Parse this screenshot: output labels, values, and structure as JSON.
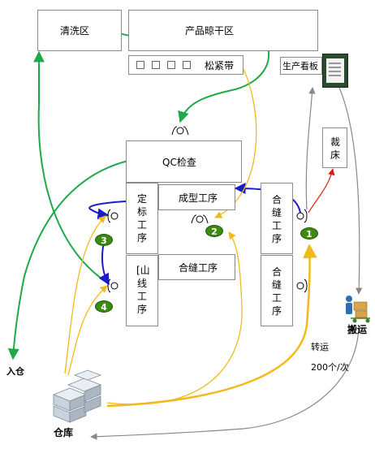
{
  "zones": {
    "washing": "清洗区",
    "drying": "产品晾干区",
    "belt": "松紧带",
    "board": "生产看板",
    "qc": "QC检查",
    "forming": "成型工序",
    "sewing_mid": "合缝工序",
    "cutting": "裁床"
  },
  "vertical_labels": {
    "fixing": "定标工序",
    "line_proc": "[山线工序",
    "sewing_a": "合缝工序",
    "sewing_b": "合缝工序"
  },
  "badges": [
    "1",
    "2",
    "3",
    "4"
  ],
  "labels": {
    "inbound": "入仓",
    "warehouse": "仓库",
    "transport": "搬运",
    "transfer": "转运",
    "batch": "200个/次"
  },
  "colors": {
    "green_flow": "#1faa4a",
    "blue_flow": "#1c1ccc",
    "yellow_flow": "#f2b91a",
    "gray_flow": "#888888",
    "red_flow": "#e01b1b",
    "badge": "#3c8a12"
  },
  "icons": {
    "operator": "operator-icon",
    "warehouse": "warehouse-icon",
    "transport": "transport-worker-icon",
    "board": "board-photo-icon"
  }
}
